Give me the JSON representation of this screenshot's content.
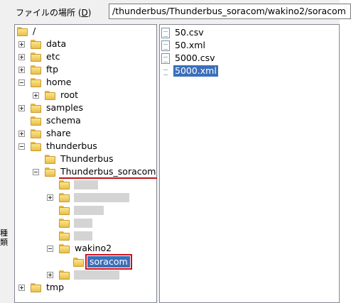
{
  "address_bar": {
    "label_prefix": "ファイルの場所 (",
    "label_mnemonic": "D",
    "label_suffix": ")",
    "path": "/thunderbus/Thunderbus_soracom/wakino2/soracom"
  },
  "left_edge": {
    "label_kind": "種類"
  },
  "tree": {
    "root": "/",
    "nodes": {
      "data": "data",
      "etc": "etc",
      "ftp": "ftp",
      "home": "home",
      "root": "root",
      "samples": "samples",
      "schema": "schema",
      "share": "share",
      "thunderbus": "thunderbus",
      "thunderbus_child": "Thunderbus",
      "thunderbus_soracom": "Thunderbus_soracom",
      "wakino2": "wakino2",
      "soracom": "soracom",
      "tmp": "tmp"
    }
  },
  "files": {
    "items": [
      "50.csv",
      "50.xml",
      "5000.csv",
      "5000.xml"
    ],
    "selected": "5000.xml"
  }
}
